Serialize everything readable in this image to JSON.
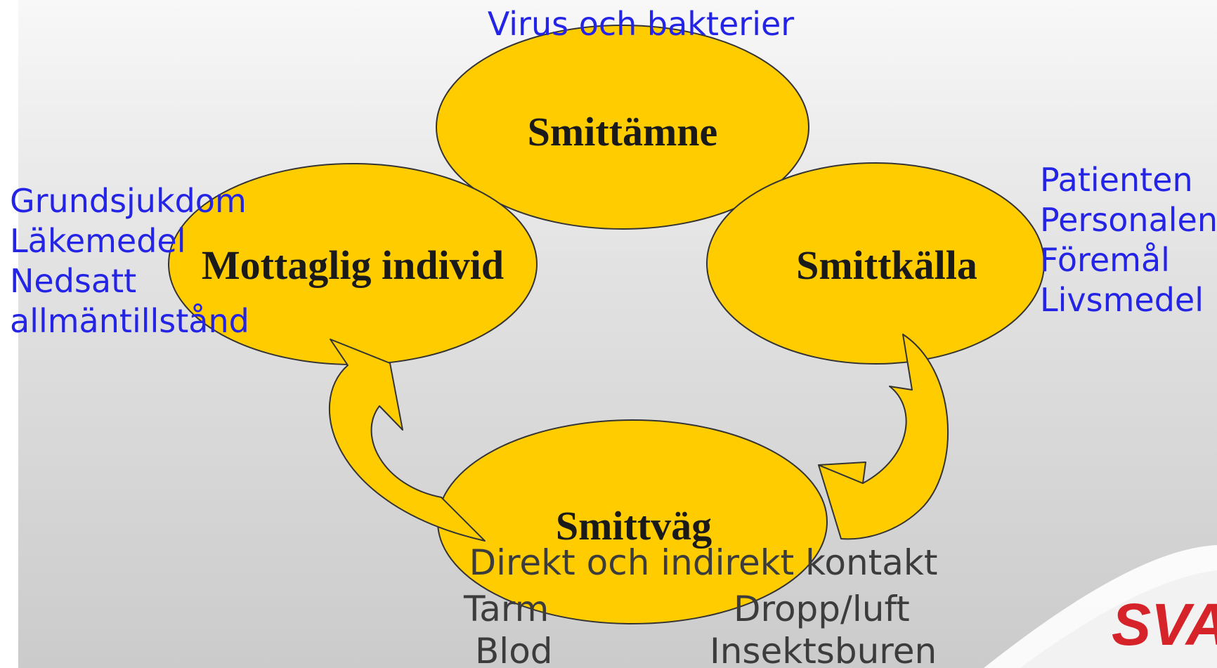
{
  "nodes": {
    "top": "Smittämne",
    "left": "Mottaglig individ",
    "right": "Smittkälla",
    "bottom": "Smittväg"
  },
  "annotations": {
    "top": "Virus och bakterier",
    "left": [
      "Grundsjukdom",
      "Läkemedel",
      "Nedsatt",
      "allmäntillstånd"
    ],
    "right": [
      "Patienten",
      "Personalen",
      "Föremål",
      "Livsmedel"
    ],
    "bottom_title": "Direkt och indirekt kontakt",
    "bottom_left": [
      "Tarm",
      "Blod"
    ],
    "bottom_right": [
      "Dropp/luft",
      "Insektsburen"
    ]
  },
  "logo": "SVA",
  "colors": {
    "node_fill": "#FFCC00",
    "annotation_blue": "#2424E6",
    "annotation_dark": "#3C3C3C",
    "logo_red": "#D6232A"
  }
}
